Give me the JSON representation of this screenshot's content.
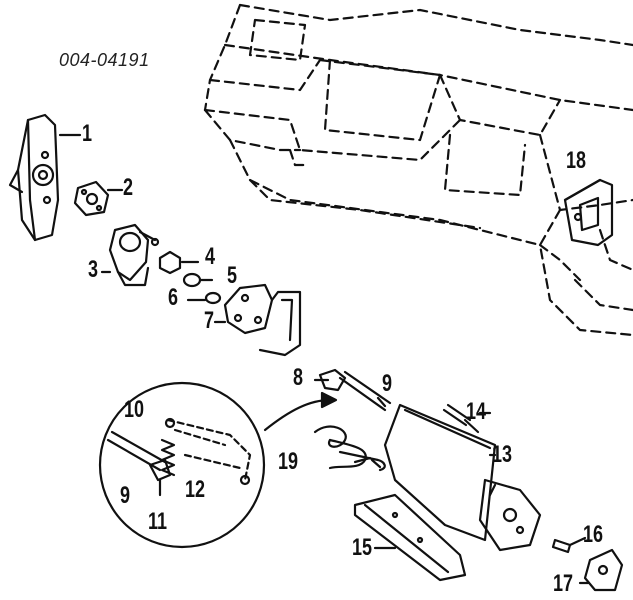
{
  "diagram": {
    "catalog_number": "004-04191",
    "part_labels": [
      "1",
      "2",
      "3",
      "4",
      "5",
      "6",
      "7",
      "8",
      "9",
      "10",
      "11",
      "12",
      "13",
      "14",
      "15",
      "16",
      "17",
      "18",
      "19"
    ],
    "inset_labels": [
      "10",
      "9",
      "12",
      "11"
    ]
  }
}
